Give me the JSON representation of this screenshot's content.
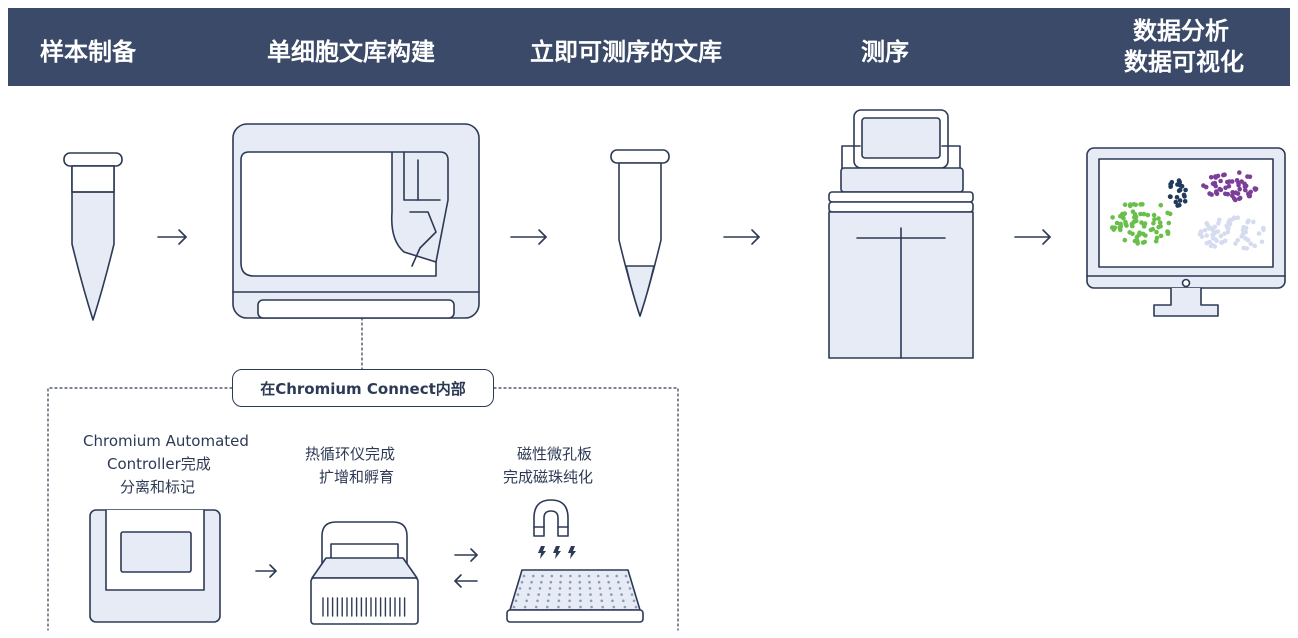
{
  "steps": [
    {
      "label": "样本制备"
    },
    {
      "label": "单细胞文库构建"
    },
    {
      "label": "立即可测序的文库"
    },
    {
      "label": "测序"
    },
    {
      "label_line1": "数据分析",
      "label_line2": "数据可视化"
    }
  ],
  "inside_box": {
    "title": "在Chromium Connect内部",
    "items": [
      {
        "lines": [
          "Chromium Automated",
          "Controller完成",
          "分离和标记"
        ]
      },
      {
        "lines": [
          "热循环仪完成",
          "扩增和孵育"
        ]
      },
      {
        "lines": [
          "磁性微孔板",
          "完成磁珠纯化"
        ]
      }
    ]
  },
  "colors": {
    "banner": "#3a4a68",
    "banner_text": "#ffffff",
    "line": "#2d3a55",
    "fill_light": "#e6ebf5",
    "cluster_green": "#6abf4b",
    "cluster_navy": "#213a5c",
    "cluster_purple": "#7b3f98",
    "cluster_light": "#d5dcef"
  }
}
